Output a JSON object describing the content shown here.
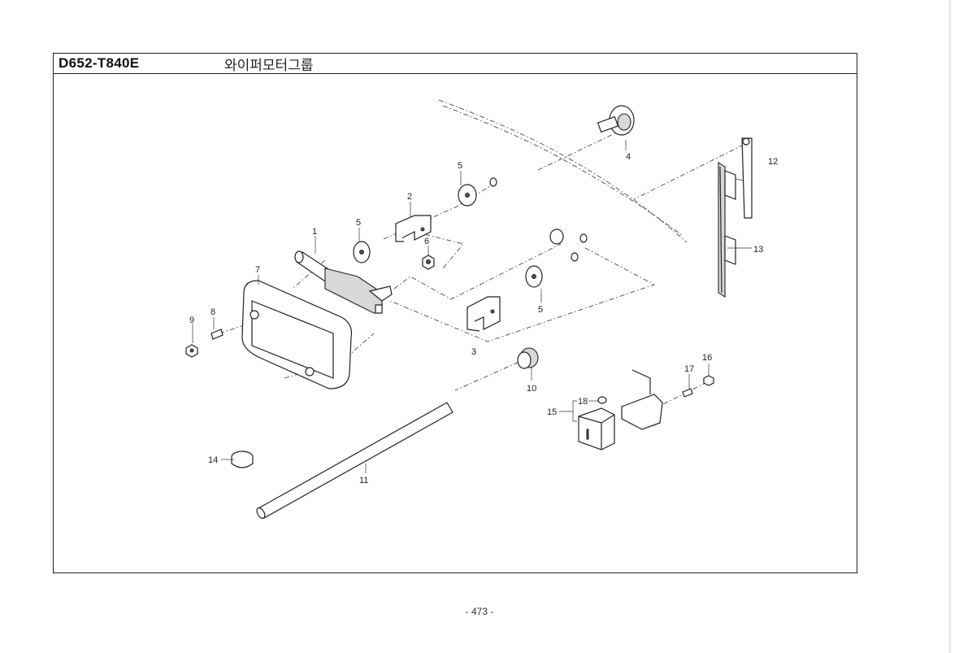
{
  "header": {
    "code": "D652-T840E",
    "title": "와이퍼모터그룹"
  },
  "page_number": "- 473 -",
  "callouts": [
    "1",
    "2",
    "3",
    "4",
    "5",
    "5",
    "5",
    "6",
    "7",
    "8",
    "9",
    "10",
    "11",
    "12",
    "13",
    "14",
    "15",
    "16",
    "17",
    "18"
  ]
}
